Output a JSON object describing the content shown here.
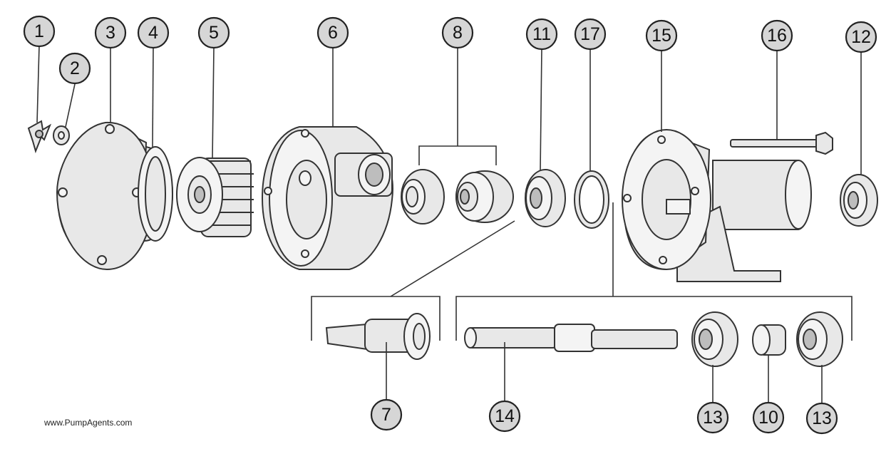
{
  "diagram": {
    "callouts": [
      "1",
      "2",
      "3",
      "4",
      "5",
      "6",
      "8",
      "11",
      "17",
      "15",
      "16",
      "12",
      "7",
      "14",
      "13",
      "10",
      "13"
    ]
  },
  "footer": {
    "website": "www.PumpAgents.com"
  }
}
